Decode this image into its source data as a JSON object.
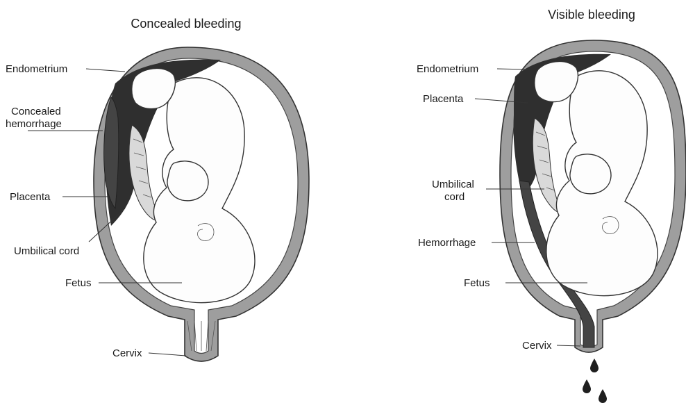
{
  "left_panel": {
    "title": "Concealed bleeding",
    "labels": {
      "endometrium": "Endometrium",
      "concealed_1": "Concealed",
      "concealed_2": "hemorrhage",
      "placenta": "Placenta",
      "umbilical_cord": "Umbilical cord",
      "fetus": "Fetus",
      "cervix": "Cervix"
    }
  },
  "right_panel": {
    "title": "Visible bleeding",
    "labels": {
      "endometrium": "Endometrium",
      "placenta": "Placenta",
      "umbilical_1": "Umbilical",
      "umbilical_2": "cord",
      "hemorrhage": "Hemorrhage",
      "fetus": "Fetus",
      "cervix": "Cervix"
    }
  }
}
